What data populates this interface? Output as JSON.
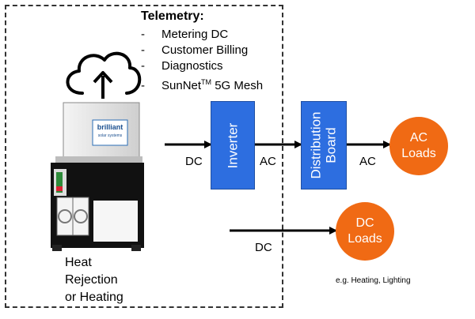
{
  "telemetry": {
    "title": "Telemetry:",
    "items": [
      {
        "dash": "-",
        "text": "Metering DC",
        "sup": ""
      },
      {
        "dash": "-",
        "text": "Customer Billing",
        "sup": ""
      },
      {
        "dash": "-",
        "text": "Diagnostics",
        "sup": ""
      },
      {
        "dash": "-",
        "text": "SunNet",
        "sup": "TM",
        "suffix": " 5G Mesh"
      }
    ]
  },
  "device": {
    "brand": "brilliant",
    "tagline": "solar systems"
  },
  "heat_label": [
    "Heat",
    "Rejection",
    "or Heating"
  ],
  "flow_labels": {
    "dc_in": "DC",
    "ac_out_inverter": "AC",
    "ac_out_board": "AC",
    "dc_branch": "DC"
  },
  "blocks": {
    "inverter": "Inverter",
    "distribution": [
      "Distribution",
      "Board"
    ]
  },
  "loads": {
    "ac": [
      "AC",
      "Loads"
    ],
    "dc": [
      "DC",
      "Loads"
    ]
  },
  "note": "e.g. Heating, Lighting",
  "colors": {
    "block_blue": "#2d6ee0",
    "load_orange": "#f06a14"
  }
}
